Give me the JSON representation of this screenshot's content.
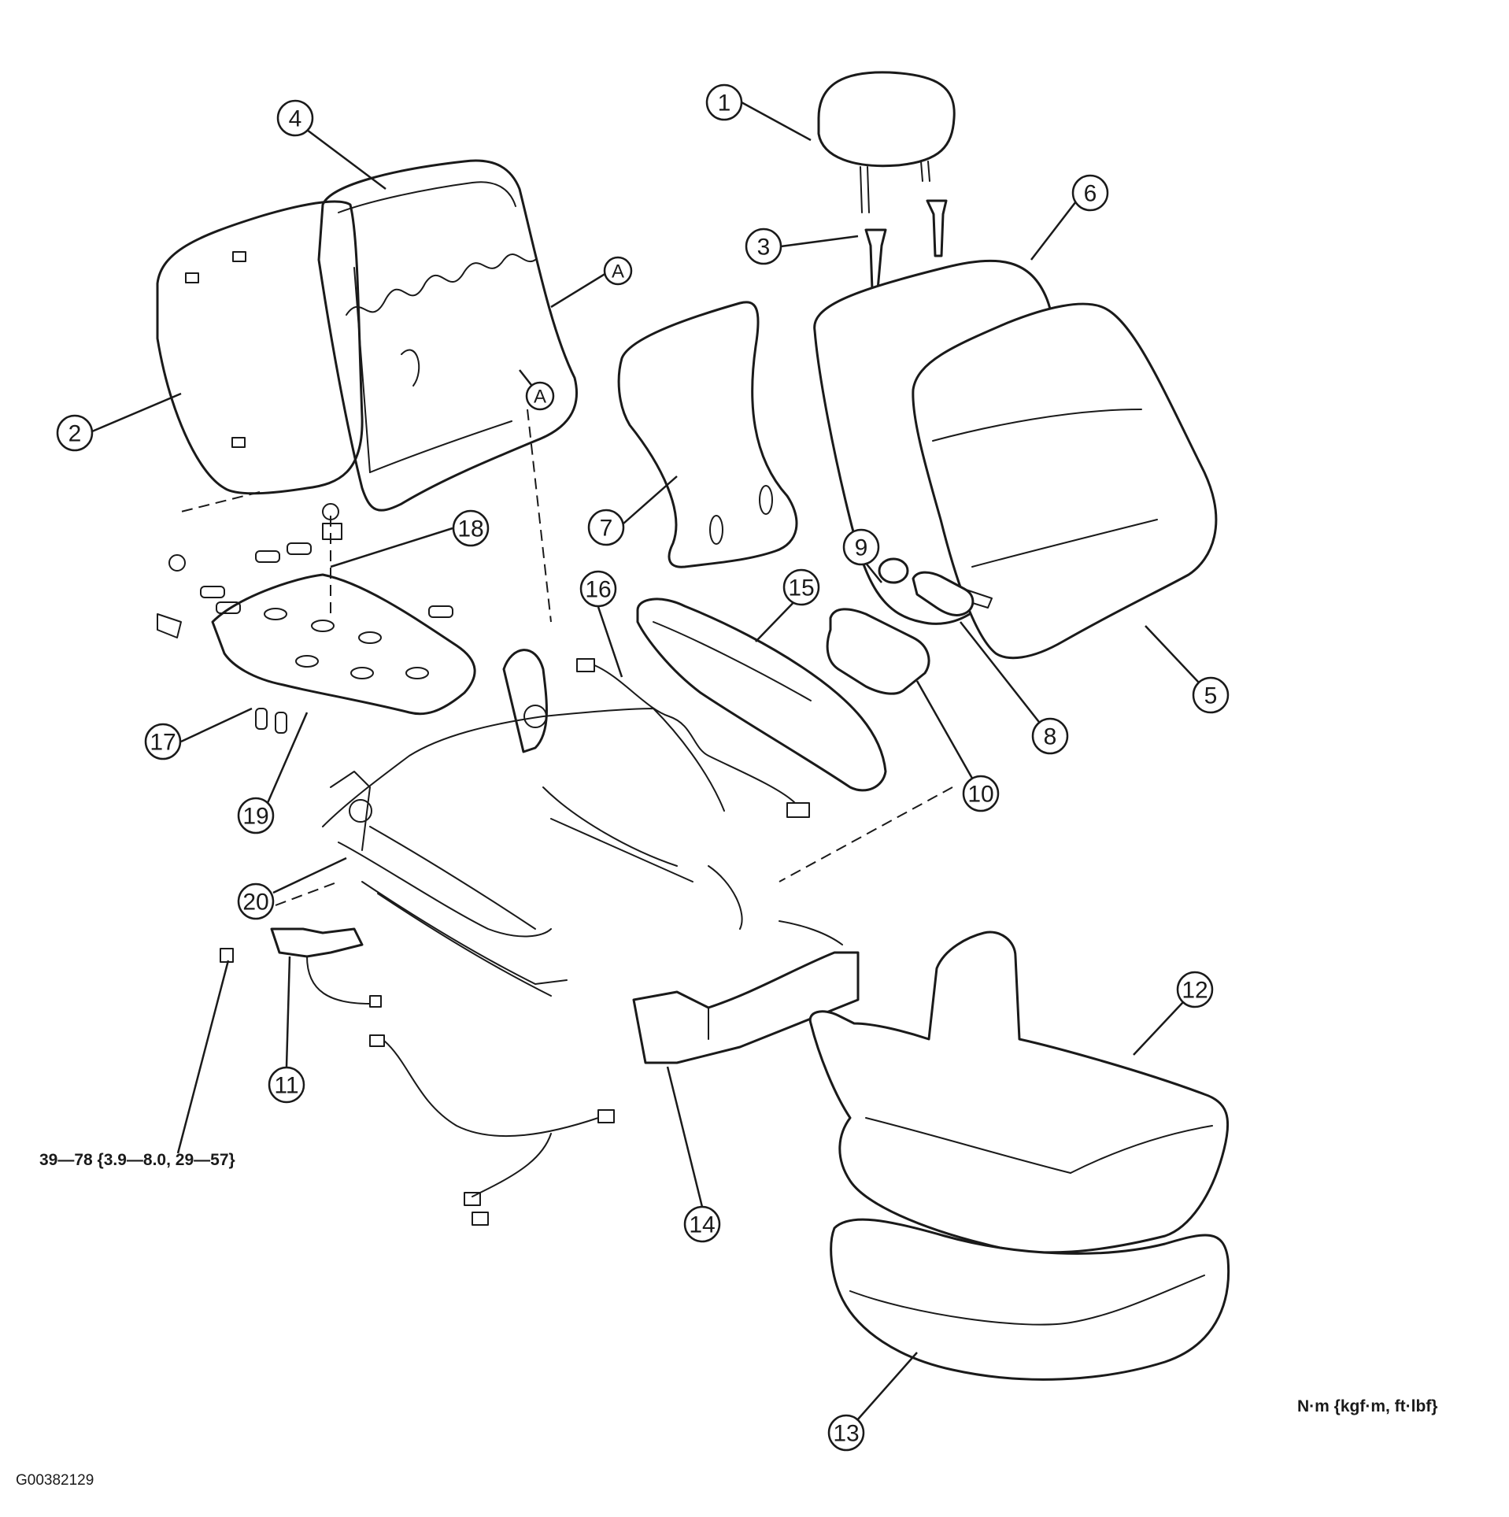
{
  "callouts": [
    "1",
    "2",
    "3",
    "4",
    "5",
    "6",
    "7",
    "8",
    "9",
    "10",
    "11",
    "12",
    "13",
    "14",
    "15",
    "16",
    "17",
    "18",
    "19",
    "20"
  ],
  "reference_marks": [
    "A",
    "A"
  ],
  "torque_spec": "39—78 {3.9—8.0, 29—57}",
  "units_note": "N·m {kgf·m, ft·lbf}",
  "figure_id": "G00382129",
  "colors": {
    "line": "#1a1a1a",
    "background": "#ffffff"
  }
}
